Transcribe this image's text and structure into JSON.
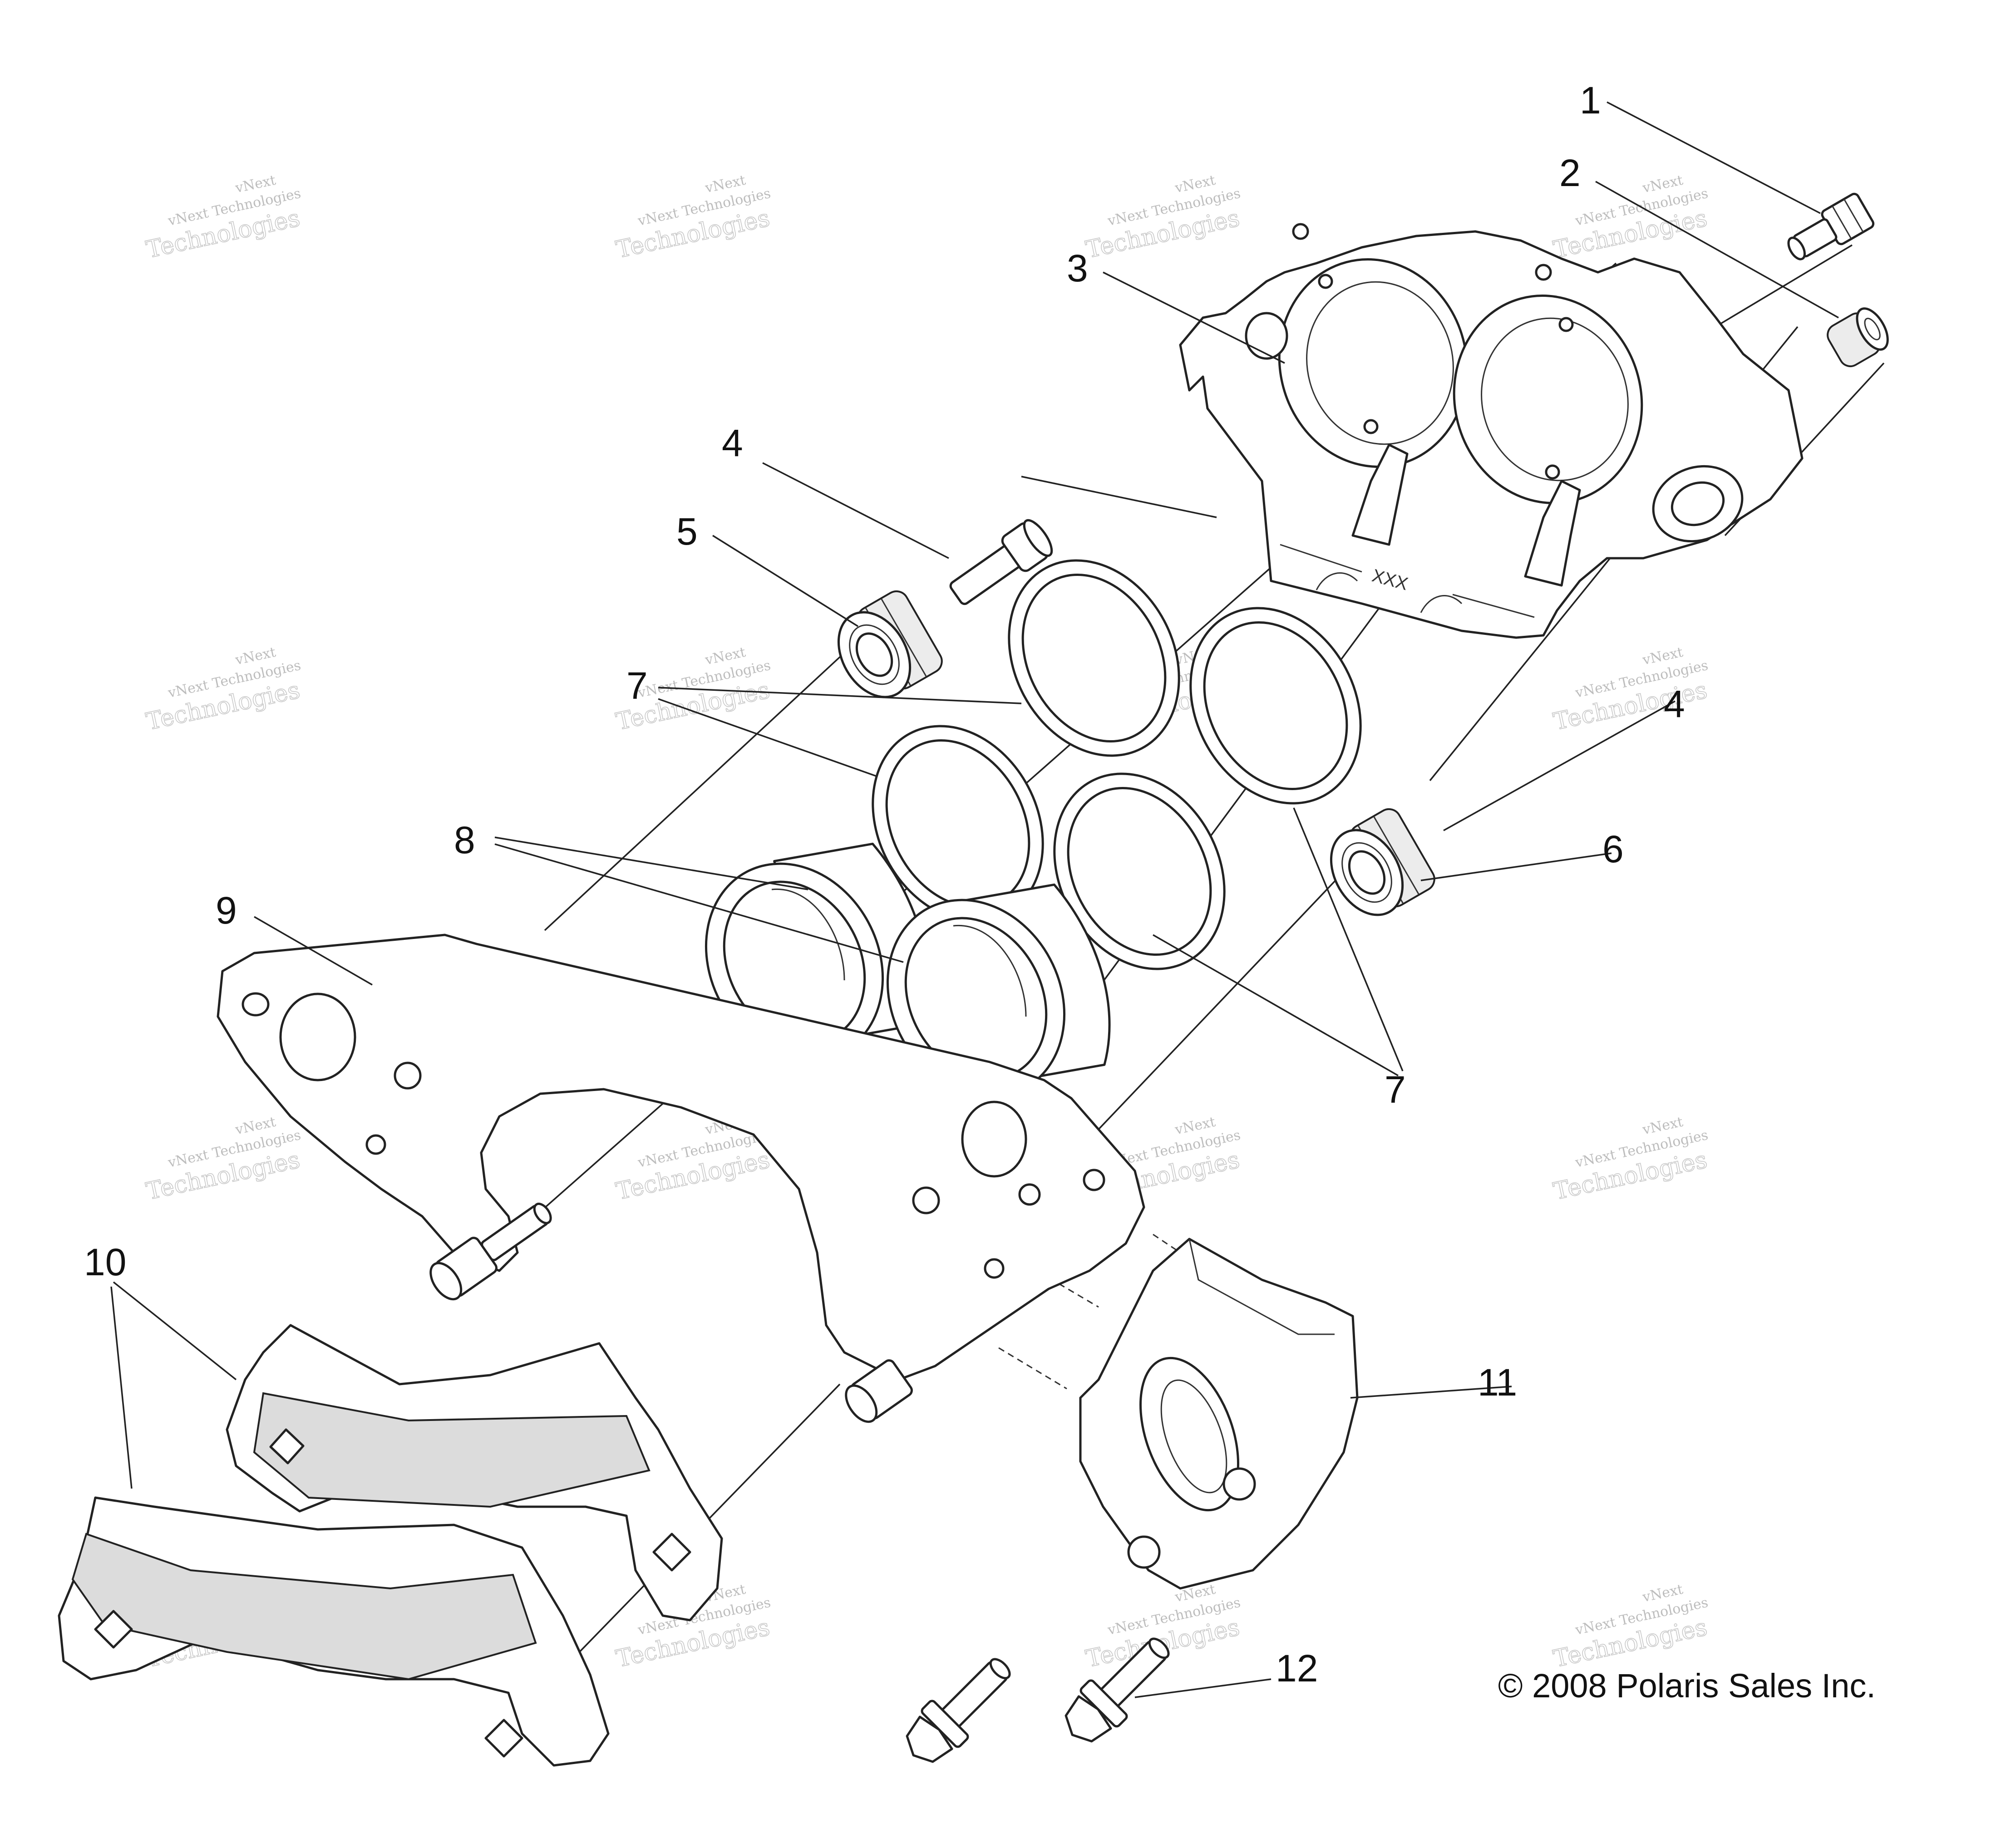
{
  "callouts": {
    "c1": "1",
    "c2": "2",
    "c3": "3",
    "c4a": "4",
    "c4b": "4",
    "c5": "5",
    "c6": "6",
    "c7a": "7",
    "c7b": "7",
    "c8": "8",
    "c9": "9",
    "c10": "10",
    "c11": "11",
    "c12": "12"
  },
  "caliper_marking": "XXX",
  "copyright": "© 2008 Polaris Sales Inc.",
  "watermark": {
    "line1": "vNext",
    "line2": "vNext Technologies",
    "line3": "Technologies"
  }
}
